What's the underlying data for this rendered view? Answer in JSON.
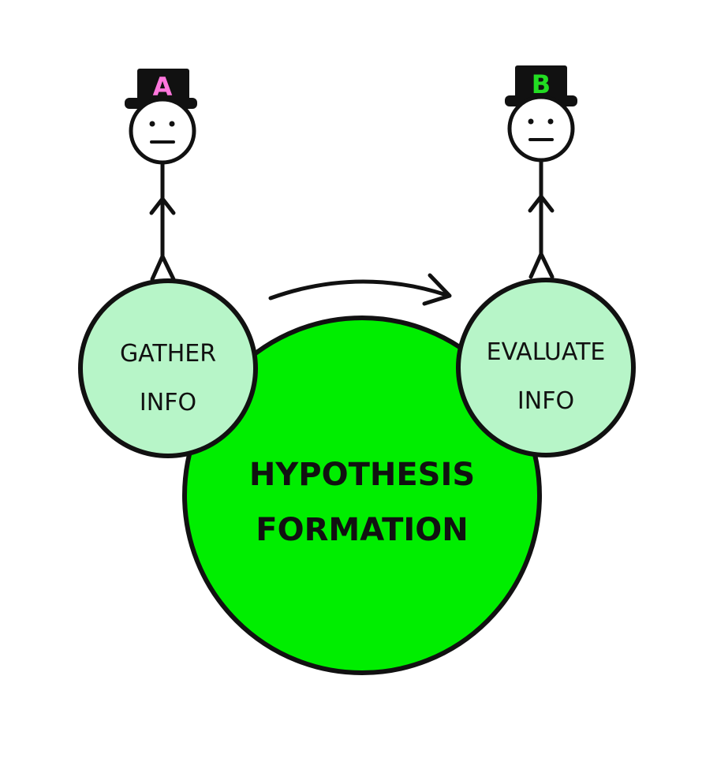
{
  "diagram": {
    "center": {
      "lines": [
        "HYPOTHESIS",
        "FORMATION"
      ],
      "fill": "#00ee00"
    },
    "left_node": {
      "lines": [
        "GATHER",
        "INFO"
      ],
      "fill": "#b7f5c8"
    },
    "right_node": {
      "lines": [
        "EVALUATE",
        "INFO"
      ],
      "fill": "#b7f5c8"
    },
    "person_a": {
      "hat_letter": "A",
      "letter_color": "#ff77dd"
    },
    "person_b": {
      "hat_letter": "B",
      "letter_color": "#22dd22"
    },
    "arrow": {
      "from": "left_node",
      "to": "right_node",
      "icon": "curved-arrow-icon"
    }
  }
}
